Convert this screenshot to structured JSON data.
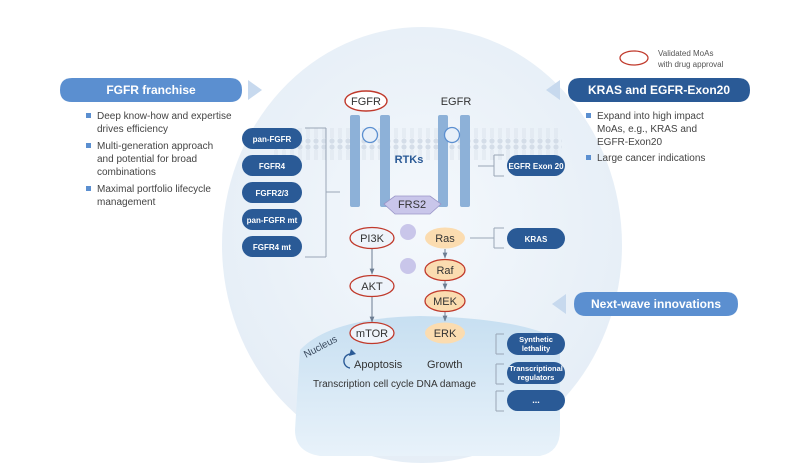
{
  "legend": {
    "line1": "Validated MoAs",
    "line2": "with drug approval"
  },
  "left_panel": {
    "title": "FGFR franchise",
    "bullets": [
      [
        "Deep know-how and expertise",
        "drives efficiency"
      ],
      [
        "Multi-generation approach",
        "and potential for broad",
        "combinations"
      ],
      [
        "Maximal portfolio lifecycle",
        "management"
      ]
    ]
  },
  "right_panel_top": {
    "title": "KRAS and EGFR-Exon20",
    "bullets": [
      [
        "Expand into high impact",
        "MoAs, e.g., KRAS and",
        "EGFR-Exon20"
      ],
      [
        "Large cancer indications"
      ]
    ]
  },
  "right_panel_bottom": {
    "title": "Next-wave innovations"
  },
  "fgfr_pills": [
    "pan-FGFR",
    "FGFR4",
    "FGFR2/3",
    "pan-FGFR mt",
    "FGFR4 mt"
  ],
  "right_pills": {
    "egfr_exon20": "EGFR Exon 20",
    "kras": "KRAS",
    "synthetic_lethality": [
      "Synthetic",
      "lethality"
    ],
    "transcriptional_regulators": [
      "Transcriptional",
      "regulators"
    ],
    "more": "..."
  },
  "receptors": {
    "fgfr": "FGFR",
    "egfr": "EGFR",
    "rtks": "RTKs"
  },
  "pathway": {
    "frs2": "FRS2",
    "pi3k": "PI3K",
    "akt": "AKT",
    "mtor": "mTOR",
    "ras": "Ras",
    "raf": "Raf",
    "mek": "MEK",
    "erk": "ERK"
  },
  "nucleus": {
    "label": "Nucleus",
    "apoptosis": "Apoptosis",
    "growth": "Growth",
    "caption": "Transcription cell cycle DNA damage"
  },
  "colors": {
    "navy": "#2a5a96",
    "banner": "#5b8fd0",
    "receptor": "#8db1d8",
    "validated_outline": "#c0392b",
    "orange_fill": "#fbdcb0",
    "lilac": "#c9c6ea"
  }
}
